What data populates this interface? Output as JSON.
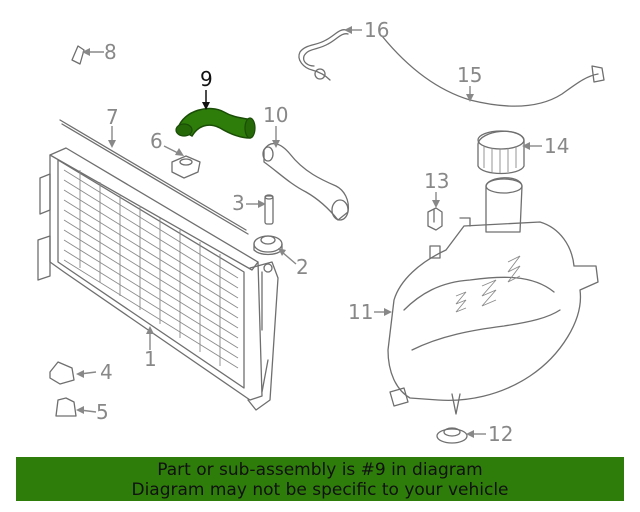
{
  "labels": {
    "p1": "1",
    "p2": "2",
    "p3": "3",
    "p4": "4",
    "p5": "5",
    "p6": "6",
    "p7": "7",
    "p8": "8",
    "p9": "9",
    "p10": "10",
    "p11": "11",
    "p12": "12",
    "p13": "13",
    "p14": "14",
    "p15": "15",
    "p16": "16"
  },
  "highlight": {
    "part": "9",
    "color": "#2e7d0a"
  },
  "banner": {
    "line1": "Part or sub-assembly is #9 in diagram",
    "line2": "Diagram may not be specific to your vehicle",
    "color": "#2e7d0a"
  }
}
